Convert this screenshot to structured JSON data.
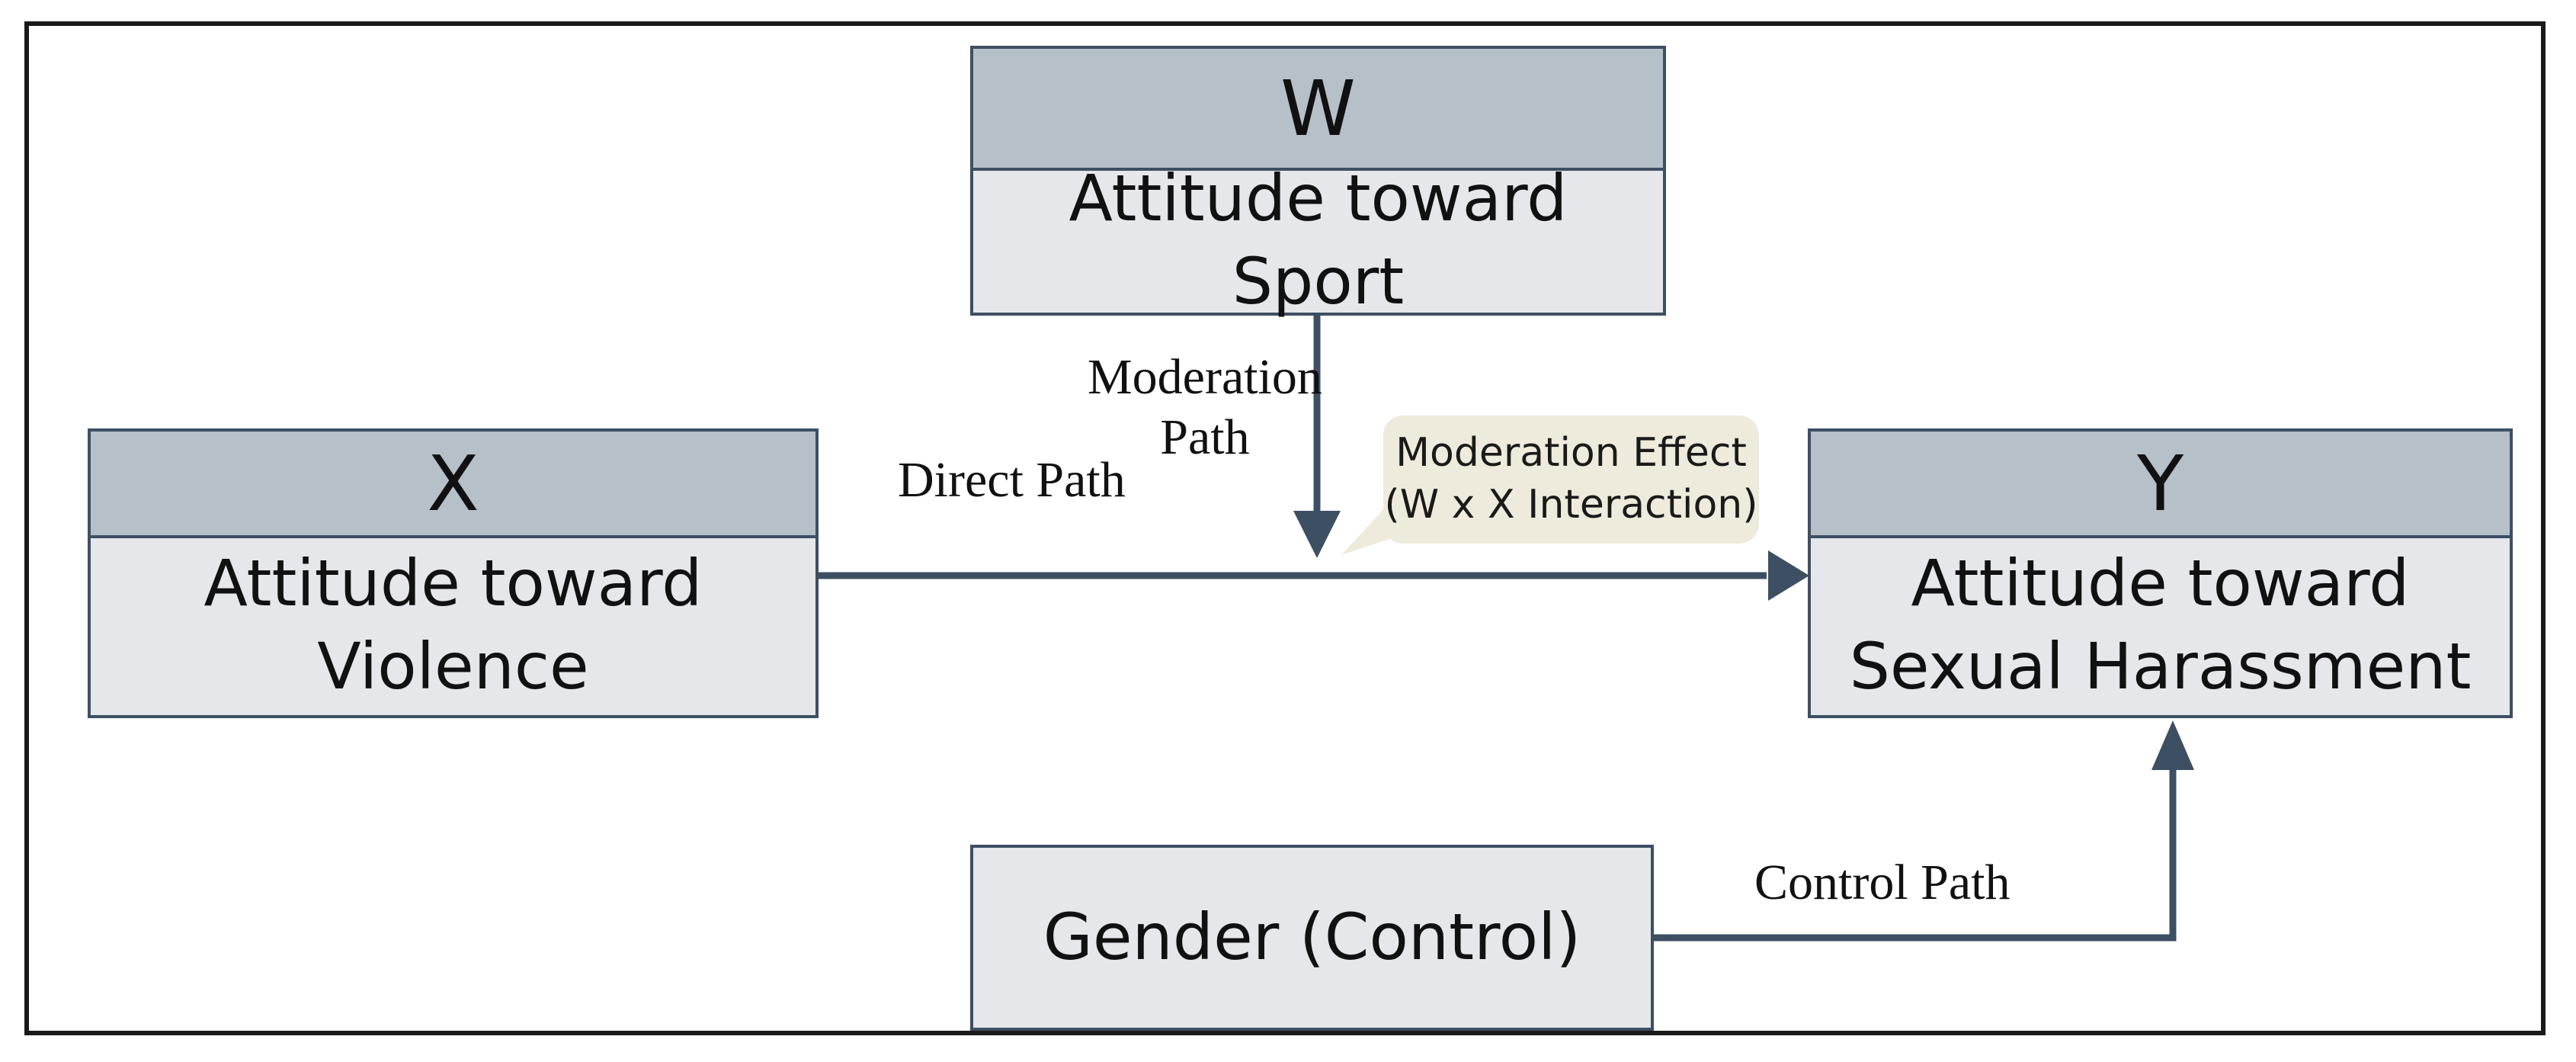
{
  "nodes": {
    "w": {
      "letter": "W",
      "label": "Attitude toward Sport"
    },
    "x": {
      "letter": "X",
      "label": "Attitude toward Violence"
    },
    "y": {
      "letter": "Y",
      "label_line1": "Attitude toward",
      "label_line2": "Sexual Harassment"
    },
    "gender": {
      "label": "Gender (Control)"
    }
  },
  "paths": {
    "moderation_line1": "Moderation",
    "moderation_line2": "Path",
    "direct": "Direct Path",
    "control": "Control Path"
  },
  "callout": {
    "line1": "Moderation Effect",
    "line2": "(W x X Interaction)"
  },
  "colors": {
    "arrow": "#3d4f63",
    "box_fill": "#e5e7ea",
    "box_header": "#b6c0c9",
    "callout_fill": "#efebdc"
  }
}
